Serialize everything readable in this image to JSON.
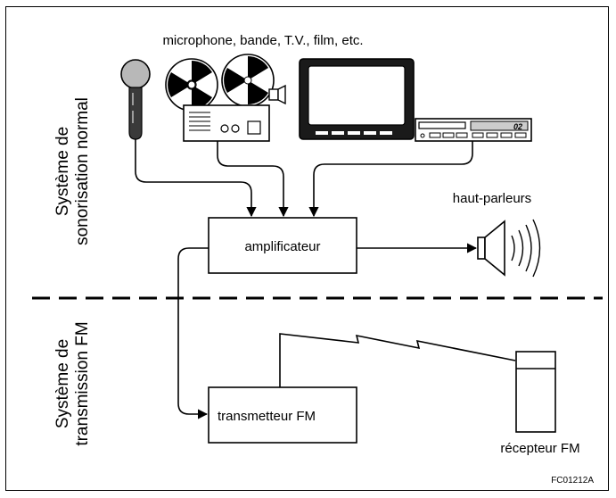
{
  "sources_label": "microphone, bande, T.V., film, etc.",
  "speakers_label": "haut-parleurs",
  "amplifier_label": "amplificateur",
  "transmitter_label": "transmetteur FM",
  "receiver_label": "récepteur FM",
  "section_normal": {
    "line1": "Système de",
    "line2": "sonorisation normal"
  },
  "section_fm": {
    "line1": "Système de",
    "line2": "transmission FM"
  },
  "vcr_display": "02",
  "figure_code": "FC01212A"
}
